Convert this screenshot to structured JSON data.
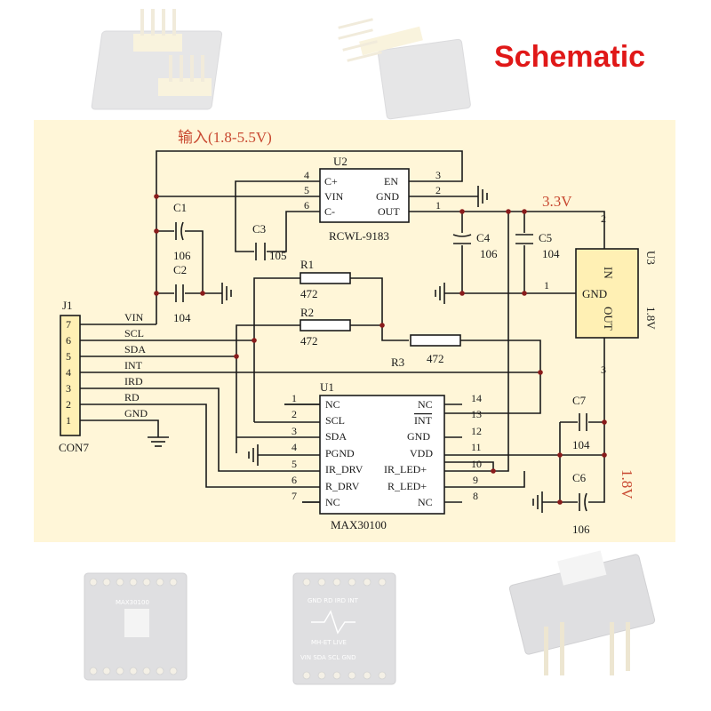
{
  "heading": "Schematic",
  "colors": {
    "heading": "#e01818",
    "schematic_bg": "#fff6d8",
    "box_fill": "#fff0b4",
    "note": "#c84830"
  },
  "schematic": {
    "input_note": "输入(1.8-5.5V)",
    "rail_33": "3.3V",
    "rail_18": "1.8V",
    "u2": {
      "ref": "U2",
      "part": "RCWL-9183",
      "pins_left": [
        "C+",
        "VIN",
        "C-"
      ],
      "pins_right": [
        "EN",
        "GND",
        "OUT"
      ],
      "pin_nums_left": [
        "4",
        "5",
        "6"
      ],
      "pin_nums_right": [
        "3",
        "2",
        "1"
      ]
    },
    "u3": {
      "ref": "U3",
      "in": "IN",
      "gnd": "GND",
      "out": "OUT",
      "voltage": "1.8V",
      "pin_in": "2",
      "pin_gnd": "1",
      "pin_out": "3"
    },
    "u1": {
      "ref": "U1",
      "part": "MAX30100",
      "pins_left": [
        "NC",
        "SCL",
        "SDA",
        "PGND",
        "IR_DRV",
        "R_DRV",
        "NC"
      ],
      "pins_right": [
        "NC",
        "INT",
        "GND",
        "VDD",
        "IR_LED+",
        "R_LED+",
        "NC"
      ],
      "nums_left": [
        "1",
        "2",
        "3",
        "4",
        "5",
        "6",
        "7"
      ],
      "nums_right": [
        "14",
        "13",
        "12",
        "11",
        "10",
        "9",
        "8"
      ]
    },
    "j1": {
      "ref": "J1",
      "part": "CON7",
      "pins": [
        "7",
        "6",
        "5",
        "4",
        "3",
        "2",
        "1"
      ],
      "nets": [
        "VIN",
        "SCL",
        "SDA",
        "INT",
        "IRD",
        "RD",
        "GND"
      ]
    },
    "caps": {
      "c1": {
        "ref": "C1",
        "value": "106"
      },
      "c2": {
        "ref": "C2",
        "value": "104"
      },
      "c3": {
        "ref": "C3",
        "value": "105"
      },
      "c4": {
        "ref": "C4",
        "value": "106"
      },
      "c5": {
        "ref": "C5",
        "value": "104"
      },
      "c6": {
        "ref": "C6",
        "value": "106"
      },
      "c7": {
        "ref": "C7",
        "value": "104"
      }
    },
    "resistors": {
      "r1": {
        "ref": "R1",
        "value": "472"
      },
      "r2": {
        "ref": "R2",
        "value": "472"
      },
      "r3": {
        "ref": "R3",
        "value": "472"
      }
    }
  },
  "board_photos": {
    "board_a_label": "MAX30100",
    "board_b_top": "GND RD IRD INT",
    "board_b_brand": "MH-ET LIVE",
    "board_b_bottom": "VIN SDA SCL GND"
  }
}
